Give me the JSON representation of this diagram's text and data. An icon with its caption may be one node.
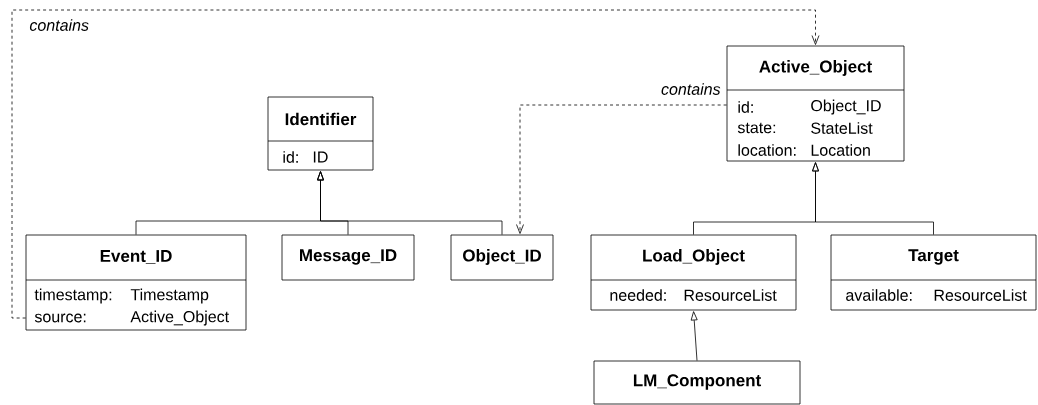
{
  "diagram": {
    "nodes": [
      {
        "text": [
          "Active_Object",
          "id:",
          "Object_ID",
          "state:",
          "StateList",
          "location:",
          "Location"
        ]
      },
      {
        "text": [
          "Identifier",
          "id:",
          "ID"
        ]
      },
      {
        "text": [
          "Event_ID",
          "timestamp:",
          "Timestamp",
          "source:",
          "Active_Object"
        ]
      },
      {
        "text": [
          "Message_ID"
        ]
      },
      {
        "text": [
          "Object_ID"
        ]
      },
      {
        "text": [
          "Load_Object",
          "needed:",
          "ResourceList"
        ]
      },
      {
        "text": [
          "Target",
          "available:",
          "ResourceList"
        ]
      },
      {
        "text": [
          "LM_Component"
        ]
      }
    ],
    "edges": [
      {
        "from": 2,
        "to": 1,
        "arrow": "to"
      },
      {
        "from": 3,
        "to": 1,
        "arrow": "to"
      },
      {
        "from": 4,
        "to": 1,
        "arrow": "to"
      },
      {
        "from": 5,
        "to": 0,
        "arrow": "to"
      },
      {
        "from": 6,
        "to": 0,
        "arrow": "to"
      },
      {
        "from": 7,
        "to": 5,
        "arrow": "to"
      },
      {
        "from": 2,
        "to": 0,
        "arrow": "to",
        "style": "dashed",
        "label": "contains"
      },
      {
        "from": 0,
        "to": 4,
        "arrow": "to",
        "style": "dashed",
        "label": "contains"
      }
    ]
  }
}
